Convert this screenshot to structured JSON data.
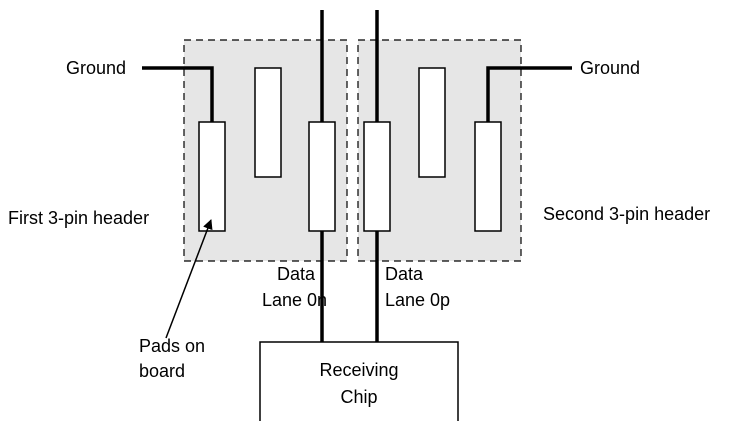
{
  "labels": {
    "ground_left": "Ground",
    "ground_right": "Ground",
    "first_header": "First 3-pin header",
    "second_header": "Second 3-pin header",
    "data_lane_0n_line1": "Data",
    "data_lane_0n_line2": "Lane 0n",
    "data_lane_0p_line1": "Data",
    "data_lane_0p_line2": "Lane 0p",
    "pads_line1": "Pads on",
    "pads_line2": "board",
    "chip_line1": "Receiving",
    "chip_line2": "Chip"
  },
  "colors": {
    "header_fill": "#e6e6e6",
    "stroke": "#000000",
    "pad_fill": "#ffffff"
  }
}
